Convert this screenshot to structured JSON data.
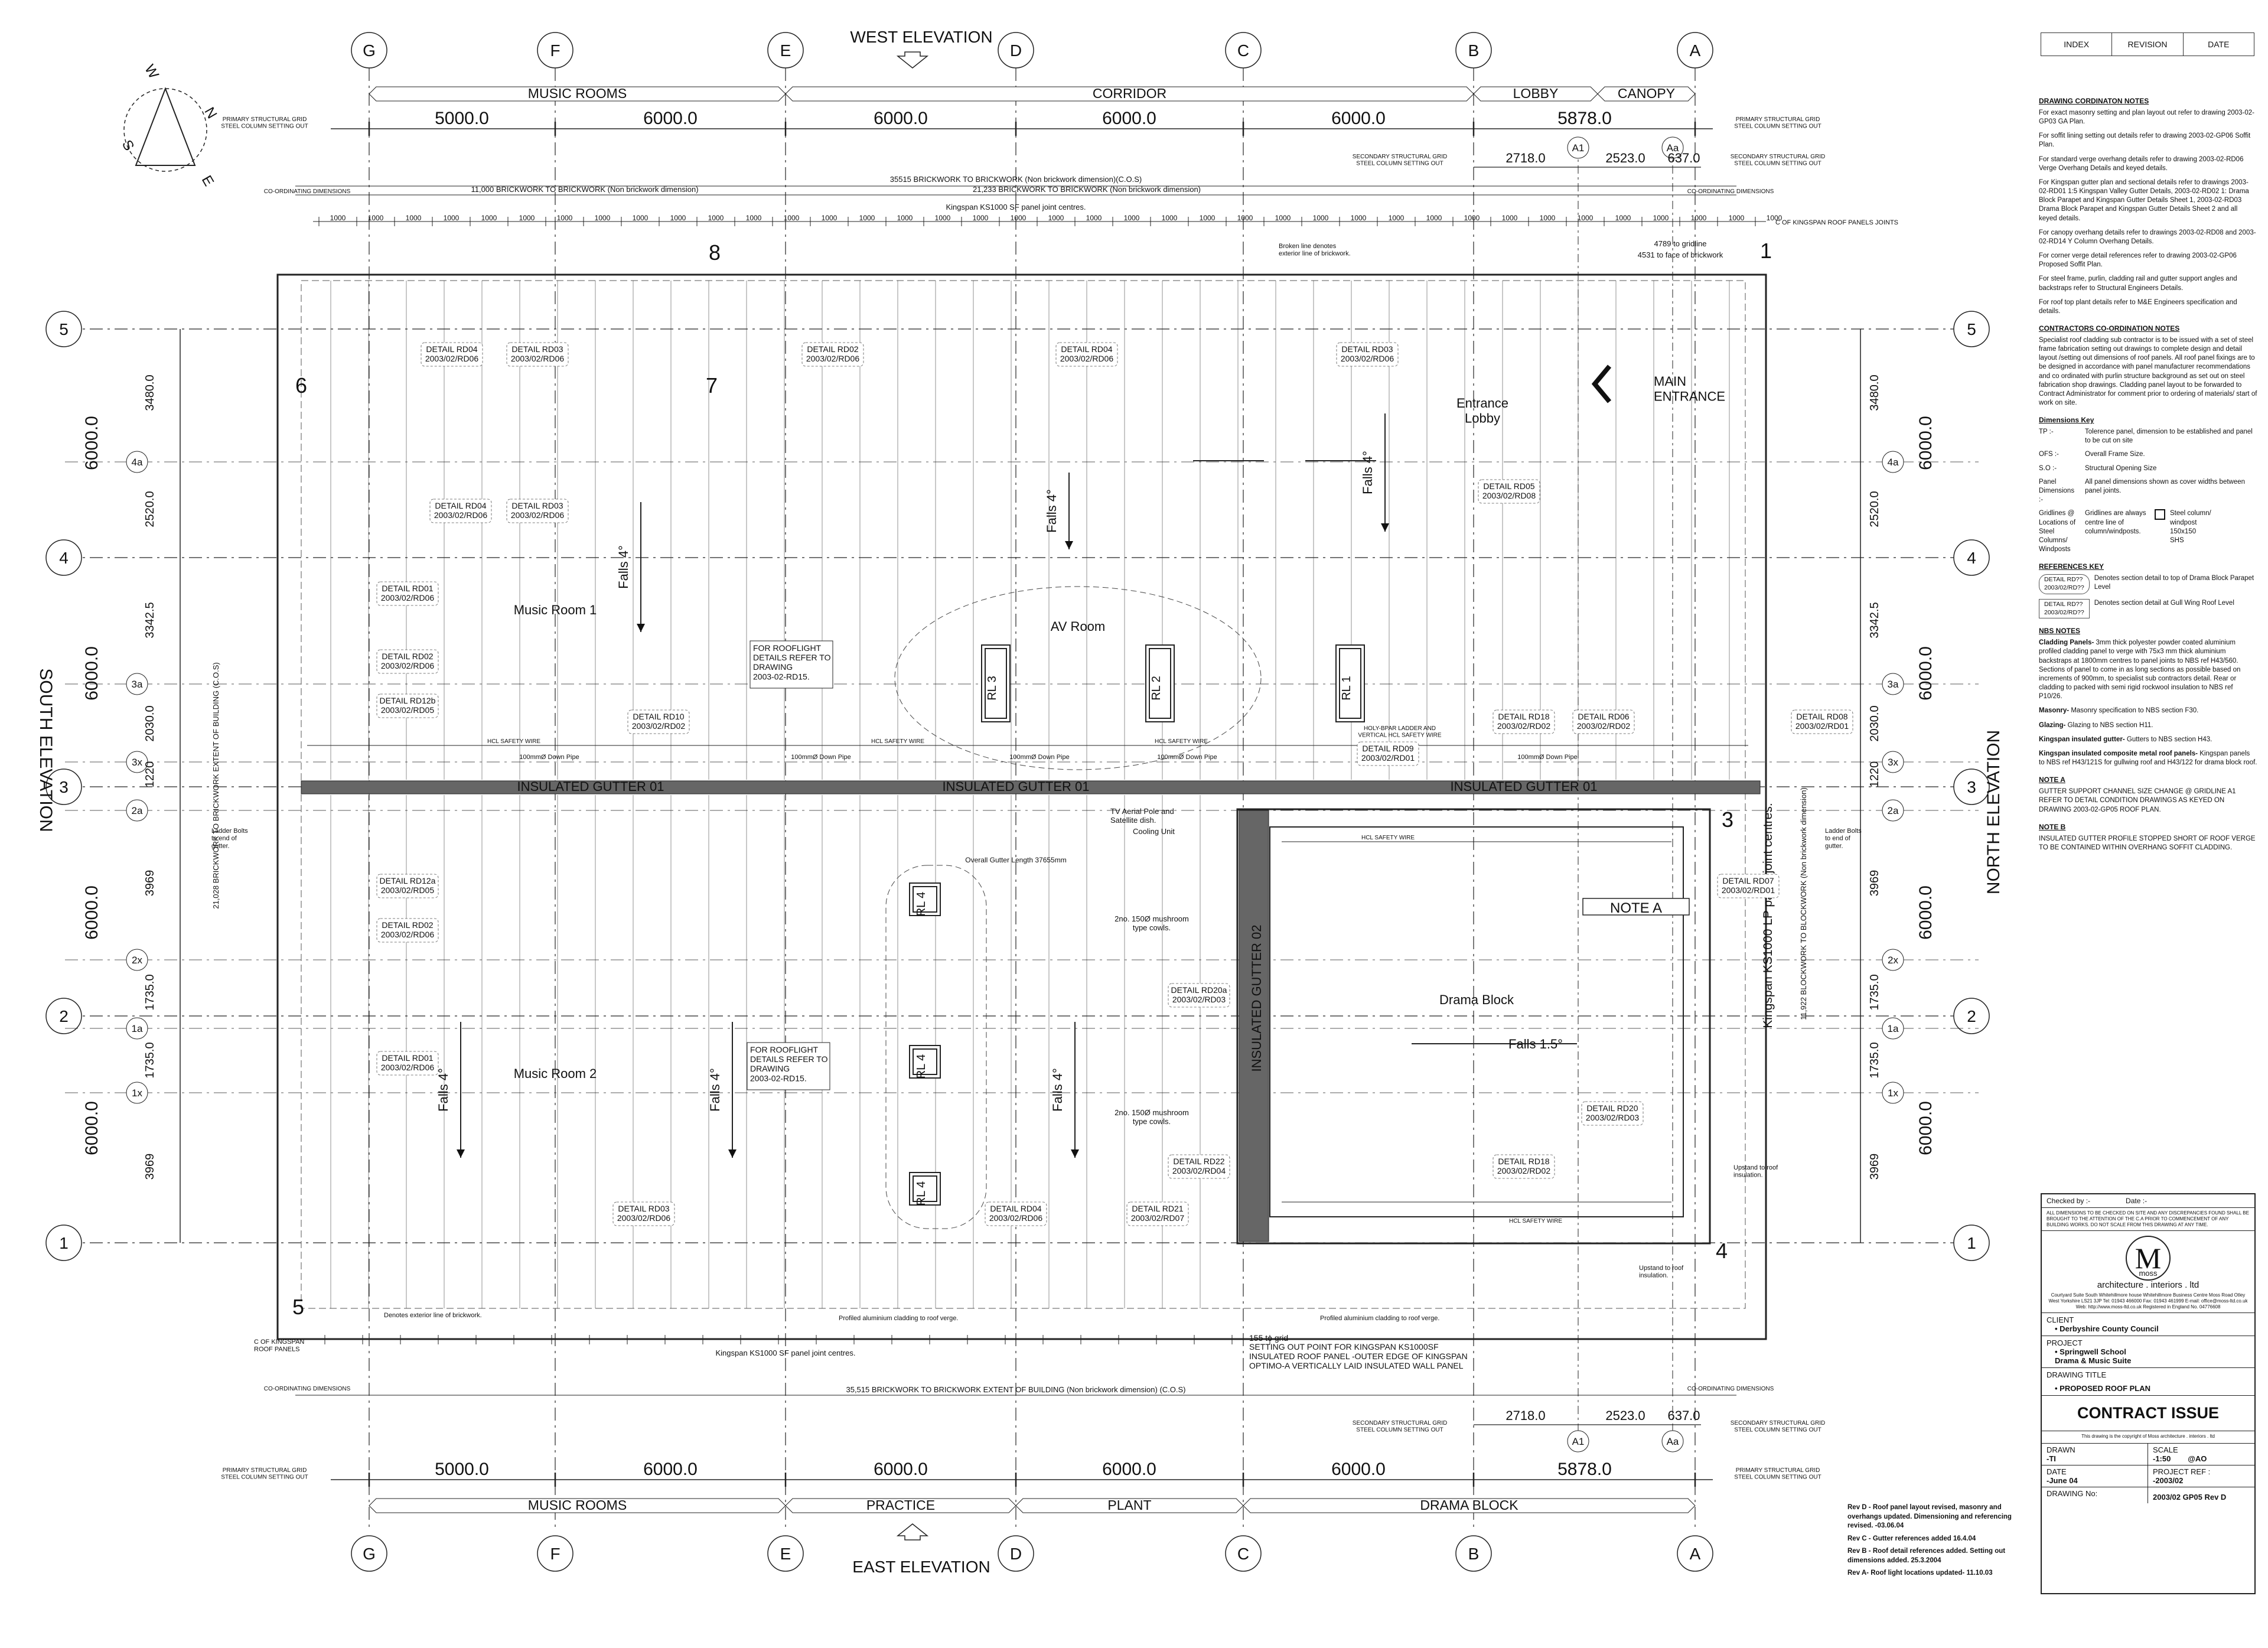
{
  "elevations": {
    "west": "WEST ELEVATION",
    "east": "EAST ELEVATION",
    "south": "SOUTH ELEVATION",
    "north": "NORTH ELEVATION"
  },
  "grid_letters": [
    "G",
    "F",
    "E",
    "D",
    "C",
    "B",
    "A"
  ],
  "grid_numbers": [
    "5",
    "4a",
    "4",
    "3a",
    "3x",
    "3",
    "2a",
    "2x",
    "2",
    "1a",
    "1x",
    "1"
  ],
  "top_zones": [
    "MUSIC ROOMS",
    "CORRIDOR",
    "LOBBY",
    "CANOPY"
  ],
  "bottom_zones": [
    "MUSIC ROOMS",
    "PRACTICE",
    "PLANT",
    "DRAMA BLOCK"
  ],
  "primary_dims": [
    "5000.0",
    "6000.0",
    "6000.0",
    "6000.0",
    "6000.0",
    "5878.0"
  ],
  "secondary_dims": [
    "2718.0",
    "2523.0",
    "637.0"
  ],
  "secondary_labels": [
    "A1",
    "Aa"
  ],
  "left_dims": [
    "3480.0",
    "2520.0",
    "3342.5",
    "2030.0",
    "1220",
    "3969",
    "1735.0",
    "1735.0",
    "3969"
  ],
  "left_big_dims": [
    "6000.0",
    "6000.0",
    "6000.0",
    "6000.0"
  ],
  "grid_labels": {
    "primary": "PRIMARY STRUCTURAL GRID\nSTEEL COLUMN SETTING OUT",
    "secondary": "SECONDARY STRUCTURAL GRID\nSTEEL COLUMN SETTING OUT",
    "coord": "CO-ORDINATING DIMENSIONS",
    "brick_total": "35515 BRICKWORK TO BRICKWORK (Non brickwork dimension)(C.O.S)",
    "brick_left": "11,000 BRICKWORK TO BRICKWORK (Non brickwork dimension)",
    "brick_right": "21,233 BRICKWORK TO BRICKWORK (Non brickwork dimension)",
    "brick_bottom": "35,515 BRICKWORK TO BRICKWORK EXTENT OF BUILDING (Non brickwork dimension) (C.O.S)",
    "kingspan_top": "Kingspan KS1000 SF panel joint centres.",
    "kingspan_bottom": "Kingspan KS1000 SF panel joint centres.",
    "kingspan_lp": "Kingspan KS1000 LP panel joint centres.",
    "brickwork_left": "21,028 BRICKWORK TO BRICKWORK EXTENT OF BUILDING (C.O.S)",
    "brickwork_right": "11,922 BLOCKWORK TO BLOCKWORK (Non brickwork dimension)"
  },
  "rooms": {
    "music1": "Music Room 1",
    "music2": "Music Room 2",
    "av": "AV Room",
    "drama": "Drama Block",
    "entrance": "Entrance\nLobby",
    "main_entrance": "MAIN\nENTRANCE",
    "note_a": "NOTE A"
  },
  "gutters": {
    "g1": "INSULATED GUTTER 01",
    "g2": "INSULATED GUTTER 02",
    "safety": "HCL SAFETY WIRE",
    "overall": "Overall Gutter Length 37655mm",
    "pipe": "100mmØ Down Pipe"
  },
  "falls": {
    "f4": "Falls 4°",
    "f15": "Falls 1.5°"
  },
  "rooflights": [
    "RL 3",
    "RL 2",
    "RL 1",
    "RL 4",
    "RL 4",
    "RL 4"
  ],
  "details": [
    "DETAIL RD04\n2003/02/RD06",
    "DETAIL RD03\n2003/02/RD06",
    "DETAIL RD02\n2003/02/RD06",
    "DETAIL RD04\n2003/02/RD06",
    "DETAIL RD03\n2003/02/RD06",
    "DETAIL RD04\n2003/02/RD06",
    "DETAIL RD03\n2003/02/RD06",
    "DETAIL RD05\n2003/02/RD08",
    "DETAIL RD01\n2003/02/RD06",
    "DETAIL RD02\n2003/02/RD06",
    "DETAIL RD12b\n2003/02/RD05",
    "DETAIL RD10\n2003/02/RD02",
    "DETAIL RD09\n2003/02/RD01",
    "DETAIL RD18\n2003/02/RD02",
    "DETAIL RD06\n2003/02/RD02",
    "DETAIL RD08\n2003/02/RD01",
    "DETAIL RD12a\n2003/02/RD05",
    "DETAIL RD02\n2003/02/RD06",
    "DETAIL RD07\n2003/02/RD01",
    "DETAIL RD20a\n2003/02/RD03",
    "DETAIL RD01\n2003/02/RD06",
    "DETAIL RD20\n2003/02/RD03",
    "DETAIL RD22\n2003/02/RD04",
    "DETAIL RD18\n2003/02/RD02",
    "DETAIL RD03\n2003/02/RD06",
    "DETAIL RD04\n2003/02/RD06",
    "DETAIL RD21\n2003/02/RD07"
  ],
  "annotations": {
    "rooflight": "FOR ROOFLIGHT\nDETAILS REFER TO\nDRAWING\n2003-02-RD15.",
    "aerial": "TV Aerial Pole and\nSatellite dish.",
    "cooling": "Cooling Unit",
    "cowls": "2no. 150Ø mushroom\ntype cowls.",
    "setting_out": "SETTING OUT POINT FOR KINGSPAN KS1000SF\nINSULATED ROOF PANEL -OUTER EDGE OF KINGSPAN\nOPTIMO-A VERTICALLY LAID INSULATED WALL PANEL",
    "to_grid": "155 to grid",
    "ext_brick": "Denotes exterior line of brickwork.",
    "broken_brick": "Broken line denotes\nexterior line of brickwork.",
    "profiled": "Profiled aluminium cladding to roof verge.",
    "upstand": "Upstand to roof\ninsulation.",
    "ladder": "Ladder Bolts\nto end of\ngutter.",
    "holy_ladder": "HOLY-BPAR LADDER AND\nVERTICAL HCL SAFETY WIRE",
    "to_gridline": "4789 to gridline",
    "face_brick": "4531 to face of brickwork",
    "c_kingspan": "C OF KINGSPAN\nROOF PANELS",
    "c_kingspan_joints": "C OF KINGSPAN ROOF PANELS JOINTS"
  },
  "section_markers": [
    "1",
    "3",
    "4",
    "5",
    "6",
    "7",
    "8"
  ],
  "notes": {
    "coord_title": "DRAWING CORDINATON NOTES",
    "coord": [
      "For exact masonry setting and plan layout out refer to drawing 2003-02-GP03 GA Plan.",
      "For soffit lining setting out details refer to drawing 2003-02-GP06 Soffit Plan.",
      "For standard verge overhang details refer to drawing 2003-02-RD06 Verge Overhang Details and keyed details.",
      "For Kingspan gutter plan and sectional details refer to drawings 2003-02-RD01 1:5 Kingspan Valley Gutter Details, 2003-02-RD02 1: Drama Block Parapet and Kingspan Gutter Details Sheet 1, 2003-02-RD03 Drama Block Parapet and Kingspan Gutter Details Sheet 2 and all keyed details.",
      "For canopy overhang details refer to drawings 2003-02-RD08 and 2003-02-RD14 Y Column Overhang Details.",
      "For corner verge detail references refer to drawing 2003-02-GP06 Proposed Soffit Plan.",
      "For steel frame, purlin, cladding rail and gutter support angles and backstraps refer to Structural Engineers Details.",
      "For roof top plant details refer to M&E Engineers specification and details."
    ],
    "contractor_title": "CONTRACTORS CO-ORDINATION NOTES",
    "contractor": "Specialist roof cladding sub contractor is to be issued with a set of steel frame fabrication setting out drawings to complete design and detail layout /setting out dimensions of roof panels. All roof panel fixings are to be designed in accordance with panel manufacturer recommendations and co ordinated with purlin structure background as set out on steel fabrication shop drawings. Cladding panel layout to be forwarded to Contract Administrator for comment prior to ordering of materials/ start of work on site.",
    "dim_key_title": "Dimensions Key",
    "dim_key": [
      [
        "TP :-",
        "Tolerence panel, dimension to be established and panel to be cut on site"
      ],
      [
        "OFS :-",
        "Overall Frame Size."
      ],
      [
        "S.O :-",
        "Structural Opening Size"
      ],
      [
        "Panel Dimensions :-",
        "All panel dimensions shown as cover widths between panel joints."
      ],
      [
        "Gridlines @ Locations of Steel Columns/ Windposts",
        "Gridlines are always centre line of column/windposts."
      ]
    ],
    "steel_col": "Steel column/ windpost 150x150 SHS",
    "ref_key_title": "REFERENCES KEY",
    "ref_key": [
      [
        "DETAIL RD??\n2003/02/RD??",
        "Denotes section detail to top of Drama Block Parapet Level"
      ],
      [
        "DETAIL RD??\n2003/02/RD??",
        "Denotes section detail at Gull Wing Roof Level"
      ]
    ],
    "nbs_title": "NBS NOTES",
    "nbs": [
      [
        "Cladding Panels-",
        "3mm thick polyester powder coated aluminium profiled cladding panel to verge with 75x3 mm thick aluminium backstraps at 1800mm centres to panel joints to NBS ref H43/560. Sections of panel to come in as long sections as possible based on increments of 900mm, to specialist sub contractors detail. Rear or cladding to packed with semi rigid rockwool insulation to NBS ref P10/26."
      ],
      [
        "Masonry-",
        "Masonry specification to NBS section F30."
      ],
      [
        "Glazing-",
        "Glazing to NBS section H11."
      ],
      [
        "Kingspan insulated gutter-",
        "Gutters to NBS section H43."
      ],
      [
        "Kingspan insulated composite metal roof panels-",
        "Kingspan panels to NBS ref H43/121S for gullwing roof and H43/122 for drama block roof."
      ]
    ],
    "note_a_title": "NOTE A",
    "note_a": "GUTTER SUPPORT CHANNEL SIZE CHANGE @ GRIDLINE A1 REFER TO DETAIL CONDITION DRAWINGS AS KEYED ON DRAWING 2003-02-GP05 ROOF PLAN.",
    "note_b_title": "NOTE B",
    "note_b": "INSULATED GUTTER PROFILE STOPPED SHORT OF ROOF VERGE TO BE CONTAINED WITHIN OVERHANG SOFFIT CLADDING."
  },
  "revision_header": [
    "INDEX",
    "REVISION",
    "DATE"
  ],
  "title_block": {
    "checked": "Checked by :-",
    "date_label": "Date :-",
    "disclaimer": "ALL DIMENSIONS TO BE CHECKED ON SITE AND ANY DISCREPANCIES FOUND SHALL BE BROUGHT TO THE ATTENTION OF THE C.A PRIOR TO COMMENCEMENT OF ANY BUILDING WORKS. DO NOT SCALE FROM THIS DRAWING AT ANY TIME.",
    "logo_letter": "M",
    "logo_text": "moss",
    "firm": "architecture . interiors . ltd",
    "address": "Courtyard Suite South Whitehillmore house Whitehillmore Business Centre Moss Road Otley West Yorkshire LS21 3JP Tel: 01943 466000 Fax: 01943 461999 E-mail: office@moss-ltd.co.uk Web: http://www.moss-ltd.co.uk Registered in England No. 04776608",
    "client_label": "CLIENT",
    "client": "• Derbyshire County Council",
    "project_label": "PROJECT",
    "project": "• Springwell School\nDrama & Music Suite",
    "title_label": "DRAWING TITLE",
    "title": "• PROPOSED ROOF PLAN",
    "status": "CONTRACT ISSUE",
    "copyright": "This drawing is the copyright of Moss architecture . interiors . ltd",
    "drawn_label": "DRAWN",
    "drawn": "-TI",
    "scale_label": "SCALE",
    "scale": "-1:50        @AO",
    "date_label2": "DATE",
    "date": "-June 04",
    "ref_label": "PROJECT REF :",
    "ref": "-2003/02",
    "no_label": "DRAWING No:",
    "no": "2003/02 GP05 Rev D"
  },
  "revisions": [
    "Rev D - Roof panel layout revised, masonry and overhangs updated. Dimensioning and referencing revised. -03.06.04",
    "Rev C - Gutter references added 16.4.04",
    "Rev B - Roof detail references added. Setting out dimensions added. 25.3.2004",
    "Rev A- Roof light locations updated- 11.10.03"
  ],
  "compass": [
    "N",
    "E",
    "S",
    "W"
  ]
}
